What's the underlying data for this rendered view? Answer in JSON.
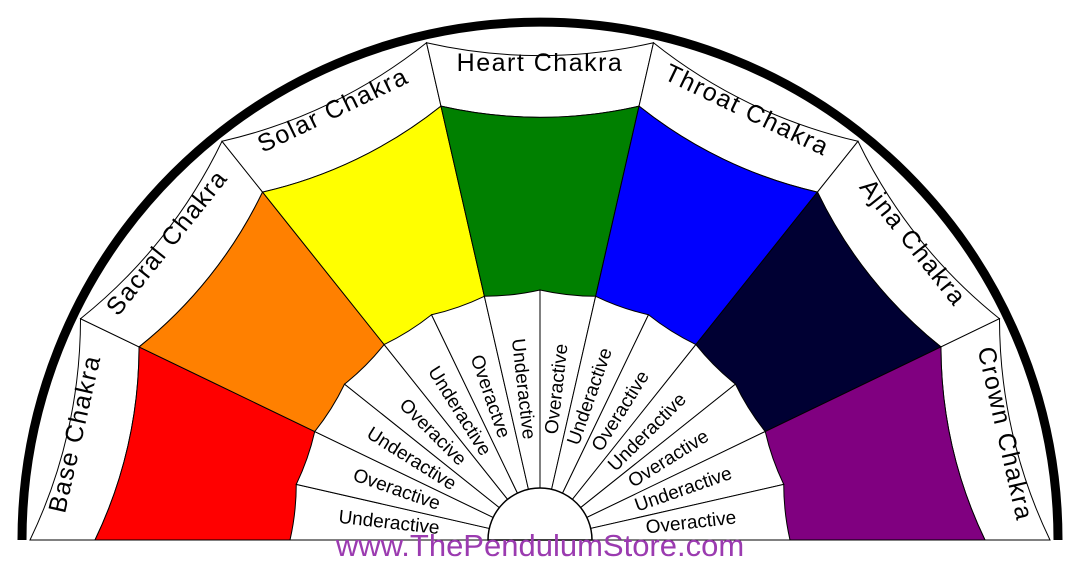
{
  "chakras": [
    {
      "name": "Base Chakra",
      "color": "#ff0000"
    },
    {
      "name": "Sacral Chakra",
      "color": "#ff8000"
    },
    {
      "name": "Solar Chakra",
      "color": "#ffff00"
    },
    {
      "name": "Heart Chakra",
      "color": "#008000"
    },
    {
      "name": "Throat Chakra",
      "color": "#0000ff"
    },
    {
      "name": "Ajna Chakra",
      "color": "#000033"
    },
    {
      "name": "Crown Chakra",
      "color": "#800080"
    }
  ],
  "states": [
    "Underactive",
    "Overactive",
    "Underactive",
    "Overacive",
    "Underactive",
    "Overactve",
    "Underactive",
    "Overactive",
    "Underactive",
    "Overactive",
    "Underactive",
    "Overactive",
    "Underactive",
    "Overactive"
  ],
  "website": "www.ThePendulumStore.com",
  "colors": {
    "outline": "#000000",
    "url": "#9b3bb0"
  }
}
